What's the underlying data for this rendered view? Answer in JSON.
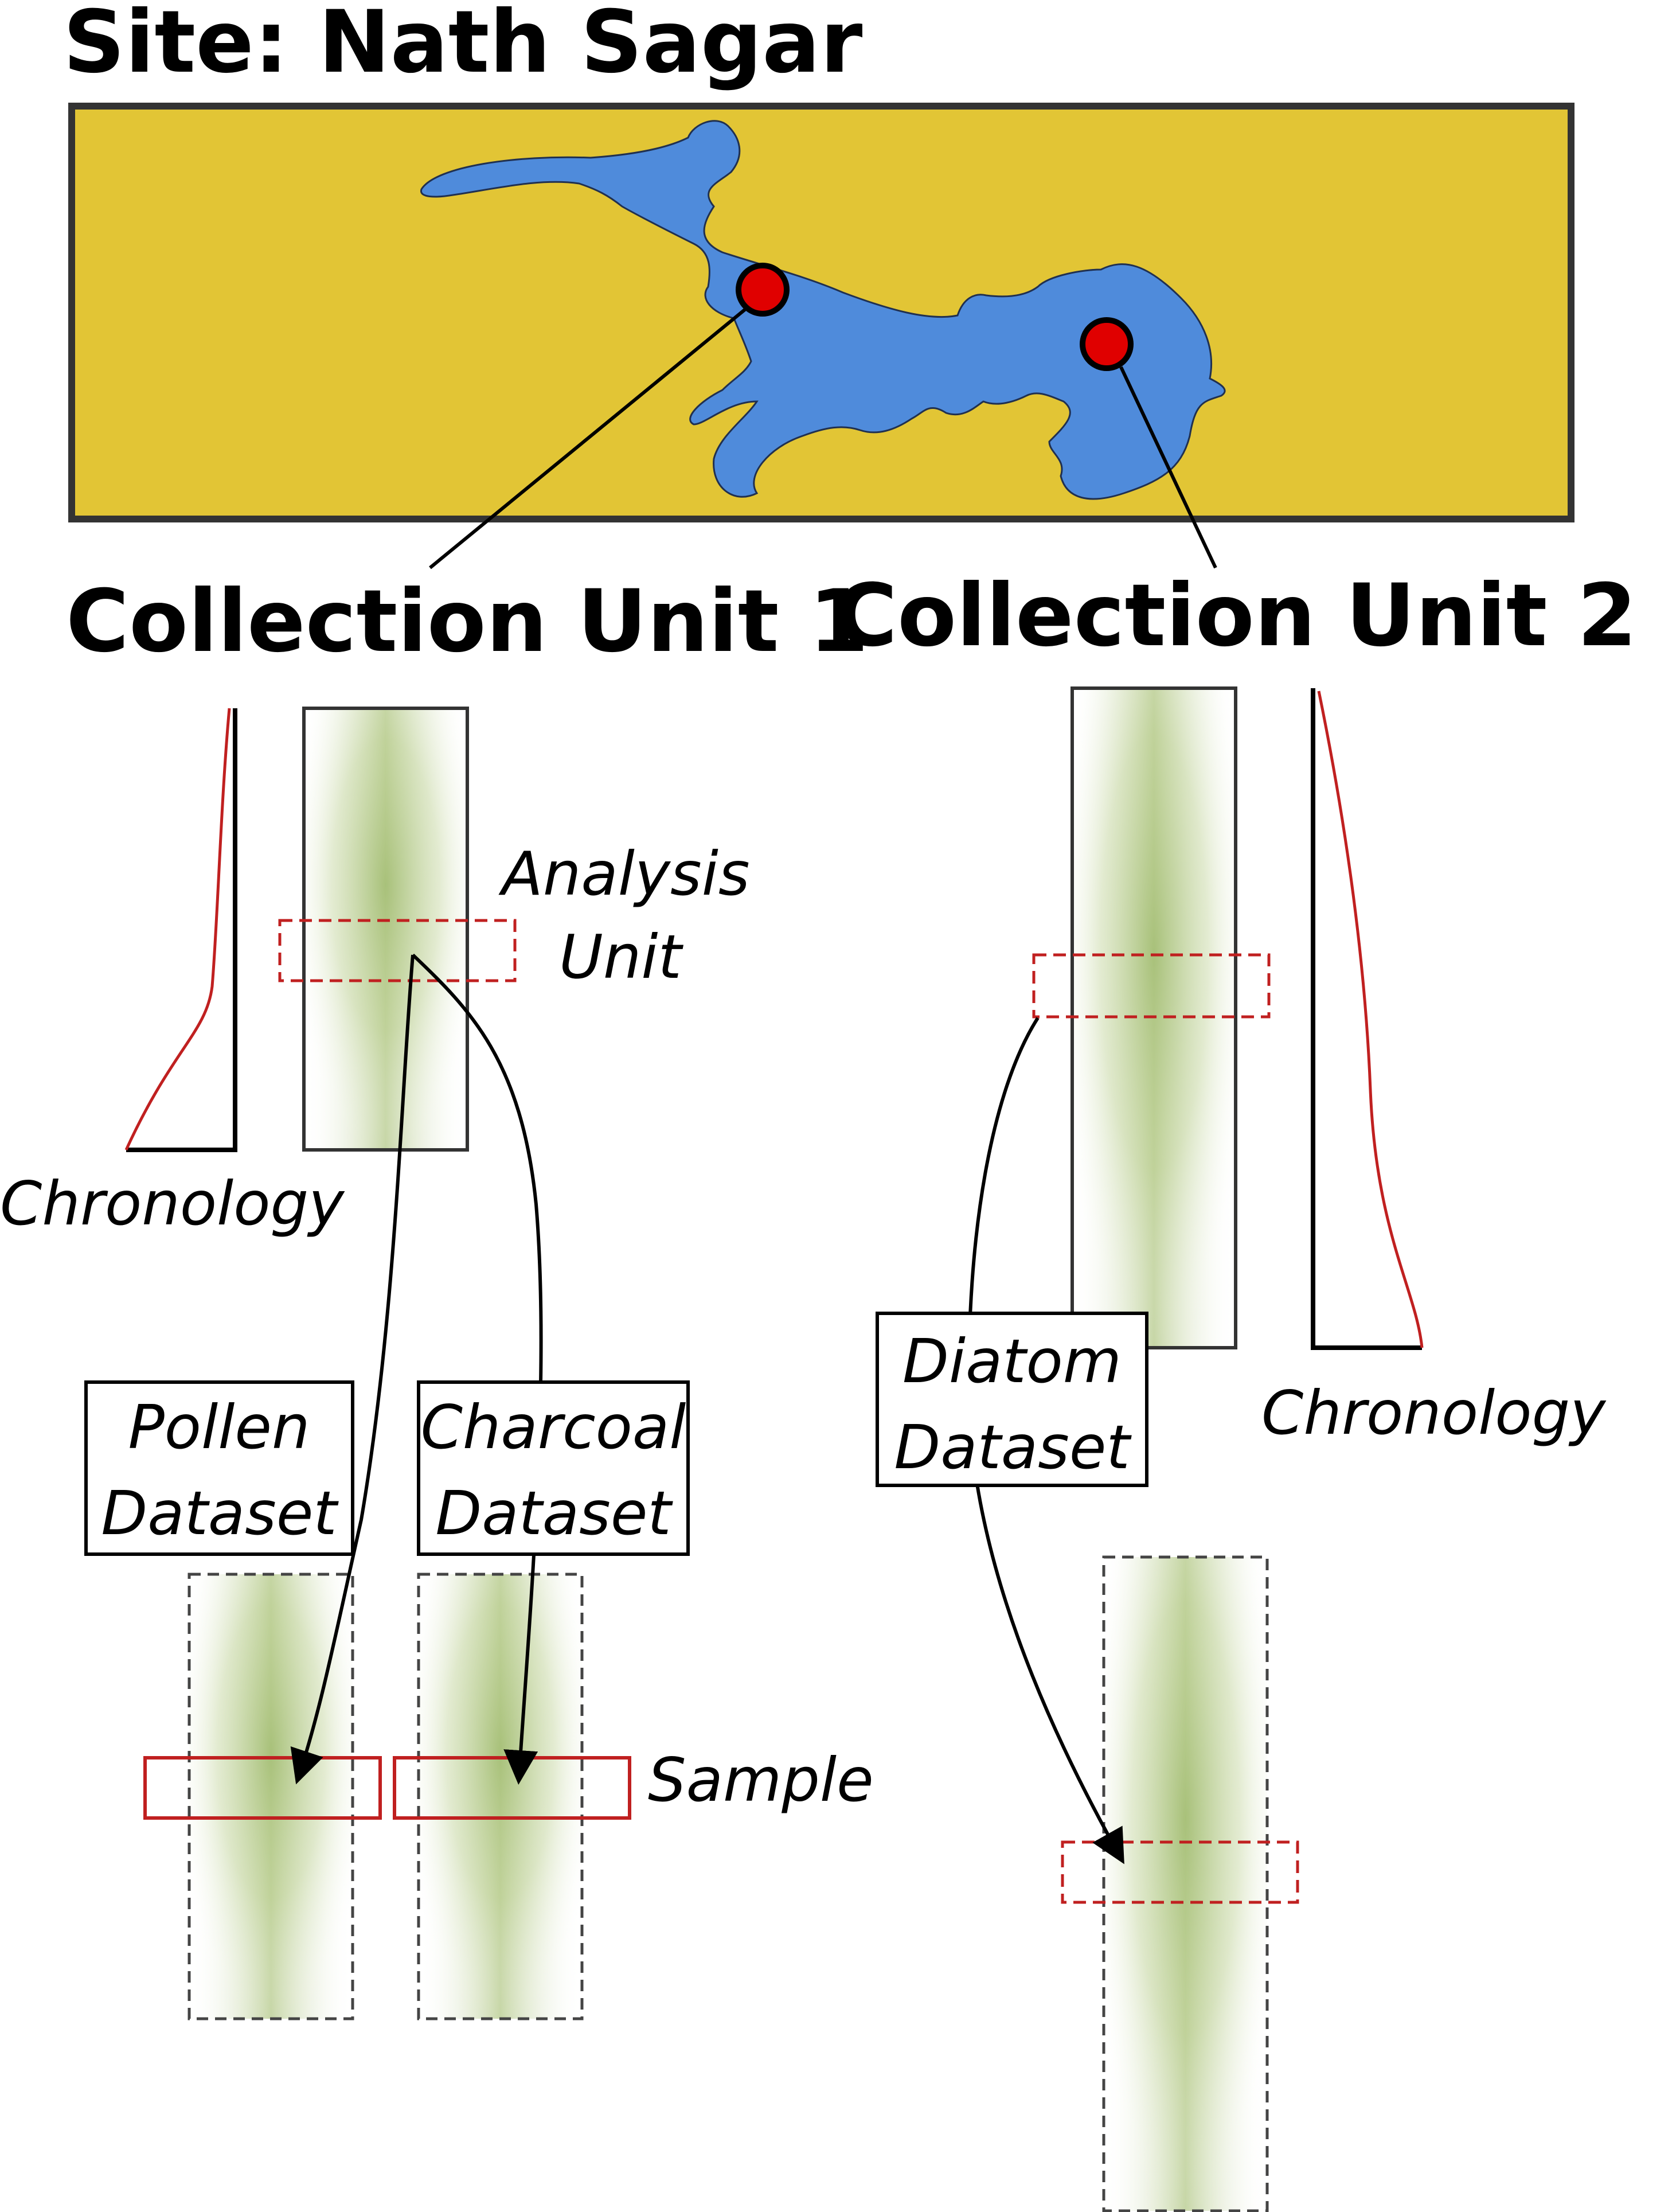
{
  "site_title": "Site: Nath Sagar",
  "collection_units": [
    {
      "label": "Collection Unit 1"
    },
    {
      "label": "Collection Unit 2"
    }
  ],
  "labels": {
    "analysis_unit_line1": "Analysis",
    "analysis_unit_line2": "Unit",
    "chronology_1": "Chronology",
    "chronology_2": "Chronology",
    "sample": "Sample"
  },
  "datasets": [
    {
      "line1": "Pollen",
      "line2": "Dataset"
    },
    {
      "line1": "Charcoal",
      "line2": "Dataset"
    },
    {
      "line1": "Diatom",
      "line2": "Dataset"
    }
  ],
  "colors": {
    "land": "#E2C535",
    "water": "#4F8BDB",
    "site_marker": "#E00000",
    "chronology_curve": "#C02020",
    "analysis_box": "#C02020",
    "core_fill": "#8FAF55"
  }
}
